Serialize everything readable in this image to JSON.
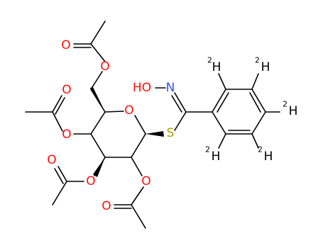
{
  "molecule": {
    "atoms": [
      {
        "id": "o_ring",
        "element": "O",
        "text": "O",
        "color": "#ff0d0d"
      },
      {
        "id": "o_ch2",
        "element": "O",
        "text": "O",
        "color": "#ff0d0d"
      },
      {
        "id": "o_ch2_carbonyl",
        "element": "O",
        "text": "O",
        "color": "#ff0d0d"
      },
      {
        "id": "o_c4",
        "element": "O",
        "text": "O",
        "color": "#ff0d0d"
      },
      {
        "id": "o_c4_carbonyl",
        "element": "O",
        "text": "O",
        "color": "#ff0d0d"
      },
      {
        "id": "o_c3",
        "element": "O",
        "text": "O",
        "color": "#ff0d0d"
      },
      {
        "id": "o_c3_carbonyl",
        "element": "O",
        "text": "O",
        "color": "#ff0d0d"
      },
      {
        "id": "o_c2",
        "element": "O",
        "text": "O",
        "color": "#ff0d0d"
      },
      {
        "id": "o_c2_carbonyl",
        "element": "O",
        "text": "O",
        "color": "#ff0d0d"
      },
      {
        "id": "s",
        "element": "S",
        "text": "S",
        "color": "#b2a000"
      },
      {
        "id": "n",
        "element": "N",
        "text": "N",
        "color": "#3050f8"
      },
      {
        "id": "ho",
        "element": "O",
        "text": "HO",
        "color": "#ff0d0d"
      },
      {
        "id": "d1",
        "element": "H",
        "text": "H",
        "isotope": "2",
        "color": "#000000"
      },
      {
        "id": "d2",
        "element": "H",
        "text": "H",
        "isotope": "2",
        "color": "#000000"
      },
      {
        "id": "d3",
        "element": "H",
        "text": "H",
        "isotope": "2",
        "color": "#000000"
      },
      {
        "id": "d4",
        "element": "H",
        "text": "H",
        "isotope": "2",
        "color": "#000000"
      },
      {
        "id": "d5",
        "element": "H",
        "text": "H",
        "isotope": "2",
        "color": "#000000"
      }
    ]
  }
}
